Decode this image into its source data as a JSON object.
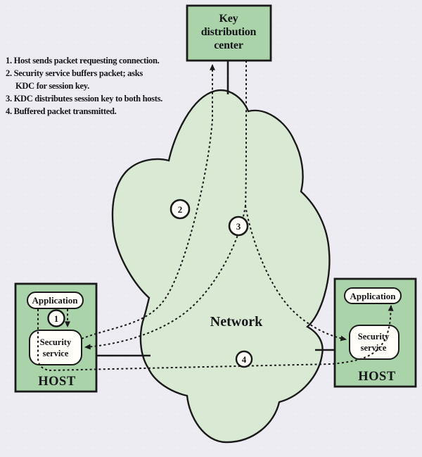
{
  "colors": {
    "background": "#edecf2",
    "cloud_fill": "#d9e9d4",
    "panel_fill": "#aad3aa",
    "white_fill": "#fffef8",
    "line": "#1a1a1a"
  },
  "steps": {
    "line1": "1. Host sends packet requesting connection.",
    "line2": "2. Security service buffers packet; asks",
    "line2_cont": "KDC for session key.",
    "line3": "3. KDC distributes session key to both hosts.",
    "line4": "4. Buffered packet transmitted."
  },
  "kdc": {
    "line1": "Key",
    "line2": "distribution",
    "line3": "center"
  },
  "network": {
    "label": "Network"
  },
  "left_host": {
    "application": "Application",
    "security_line1": "Security",
    "security_line2": "service",
    "title": "HOST"
  },
  "right_host": {
    "application": "Application",
    "security_line1": "Security",
    "security_line2": "service",
    "title": "HOST"
  },
  "markers": {
    "step1": "1",
    "step2": "2",
    "step3": "3",
    "step4": "4"
  }
}
